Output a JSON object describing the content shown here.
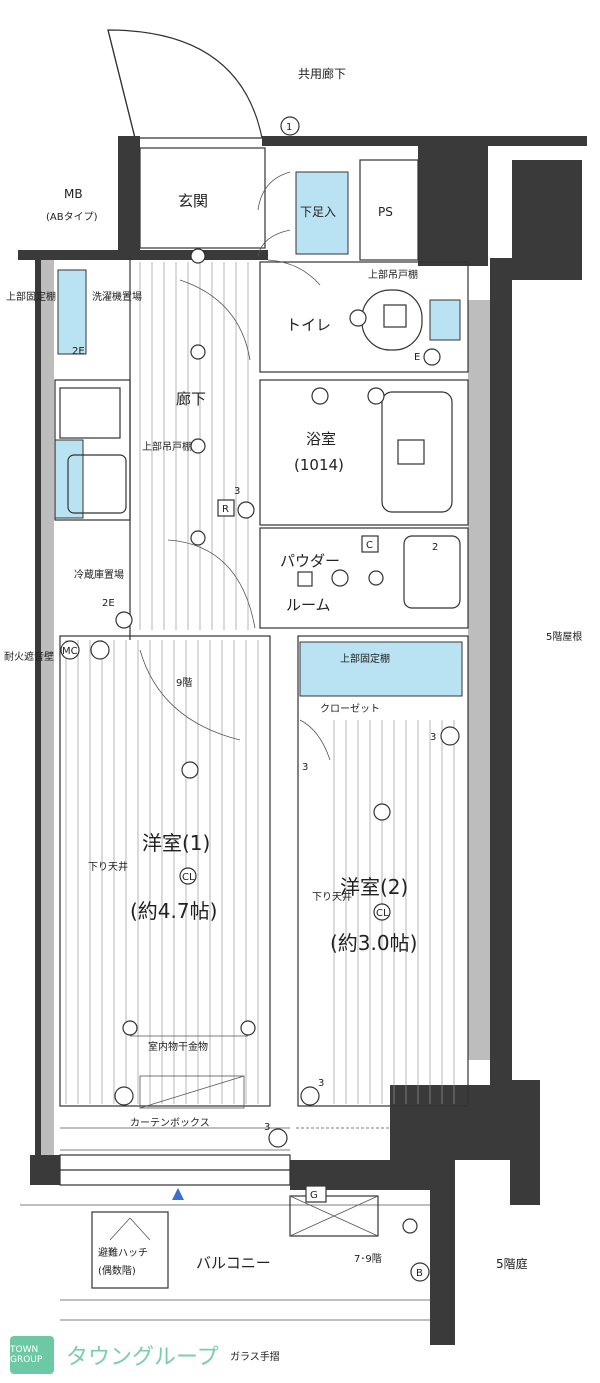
{
  "labels": {
    "corridor_common": "共用廊下",
    "mb": "MB",
    "ab_type": "(ABタイプ)",
    "entrance": "玄関",
    "shoe_box": "下足入",
    "ps": "PS",
    "upper_shelf_toilet": "上部吊戸棚",
    "toilet": "トイレ",
    "hallway": "廊下",
    "washer": "洗濯機置場",
    "upper_fixed_shelf_left": "上部固定棚",
    "upper_hanging_shelf": "上部吊戸棚",
    "bath": "浴室",
    "bath_size": "(1014)",
    "powder": "パウダー",
    "room_suffix": "ルーム",
    "fridge": "冷蔵庫置場",
    "fire_wall": "耐火遮音壁",
    "floor_9": "9階",
    "upper_fixed_shelf_closet": "上部固定棚",
    "closet": "クローゼット",
    "room1": "洋室(1)",
    "room1_size": "(約4.7帖)",
    "room2": "洋室(2)",
    "room2_size": "(約3.0帖)",
    "lowered_ceiling": "下り天井",
    "indoor_drying": "室内物干金物",
    "curtain_box": "カーテンボックス",
    "fifth_roof": "5階屋根",
    "evac_hatch_1": "避難ハッチ",
    "evac_hatch_2": "(偶数階)",
    "balcony": "バルコニー",
    "floor_79": "7･9階",
    "fifth_garden": "5階庭",
    "glass_rail": "ガラス手摺",
    "brand": "タウングループ",
    "brand_small": "TOWN GROUP"
  },
  "symbols": {
    "num1": "1",
    "E": "E",
    "R": "R",
    "C": "C",
    "G": "G",
    "B": "B",
    "CL": "CL",
    "MC": "MC",
    "num2E": "2E",
    "num3": "3",
    "num2": "2"
  },
  "colors": {
    "blue_fill": "#b9e3f2",
    "wall": "#3a3a3a",
    "brand_green": "#6cc9a4"
  }
}
